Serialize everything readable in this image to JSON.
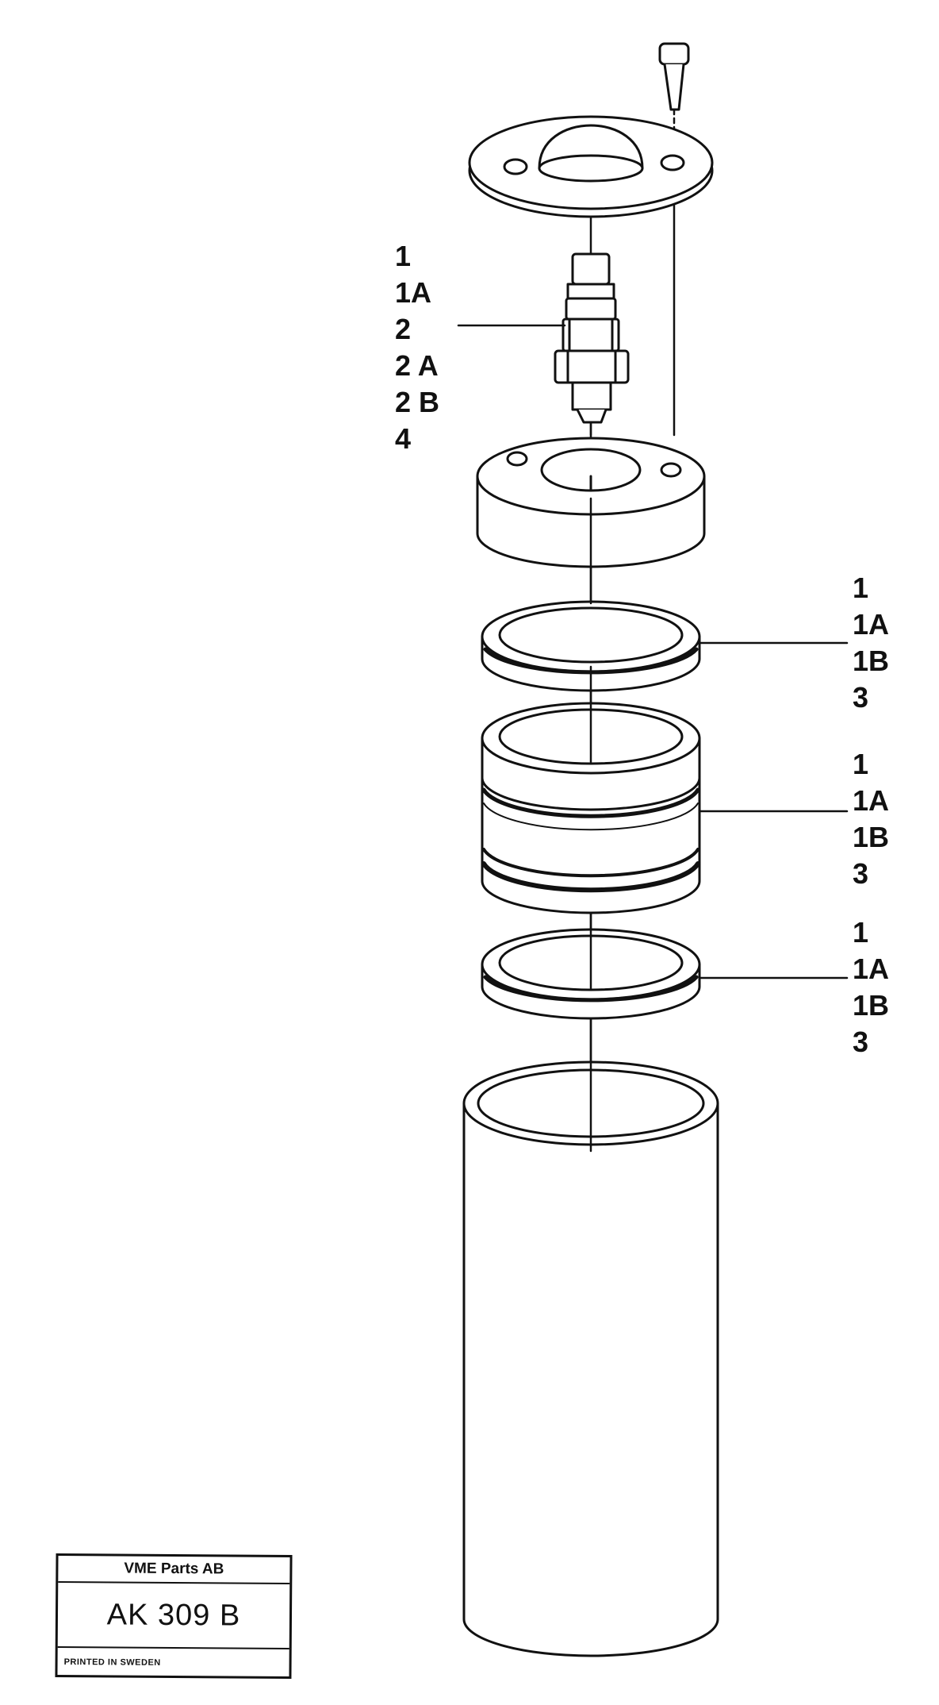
{
  "callouts": [
    {
      "lines": [
        "1",
        "1A",
        "2",
        "2 A",
        "2 B",
        "4"
      ]
    },
    {
      "lines": [
        "1",
        "1A",
        "1B",
        "3"
      ]
    },
    {
      "lines": [
        "1",
        "1A",
        "1B",
        "3"
      ]
    },
    {
      "lines": [
        "1",
        "1A",
        "1B",
        "3"
      ]
    }
  ],
  "title_block": {
    "company": "VME Parts AB",
    "drawing_number": "AK 309 B",
    "printed": "PRINTED IN SWEDEN"
  }
}
